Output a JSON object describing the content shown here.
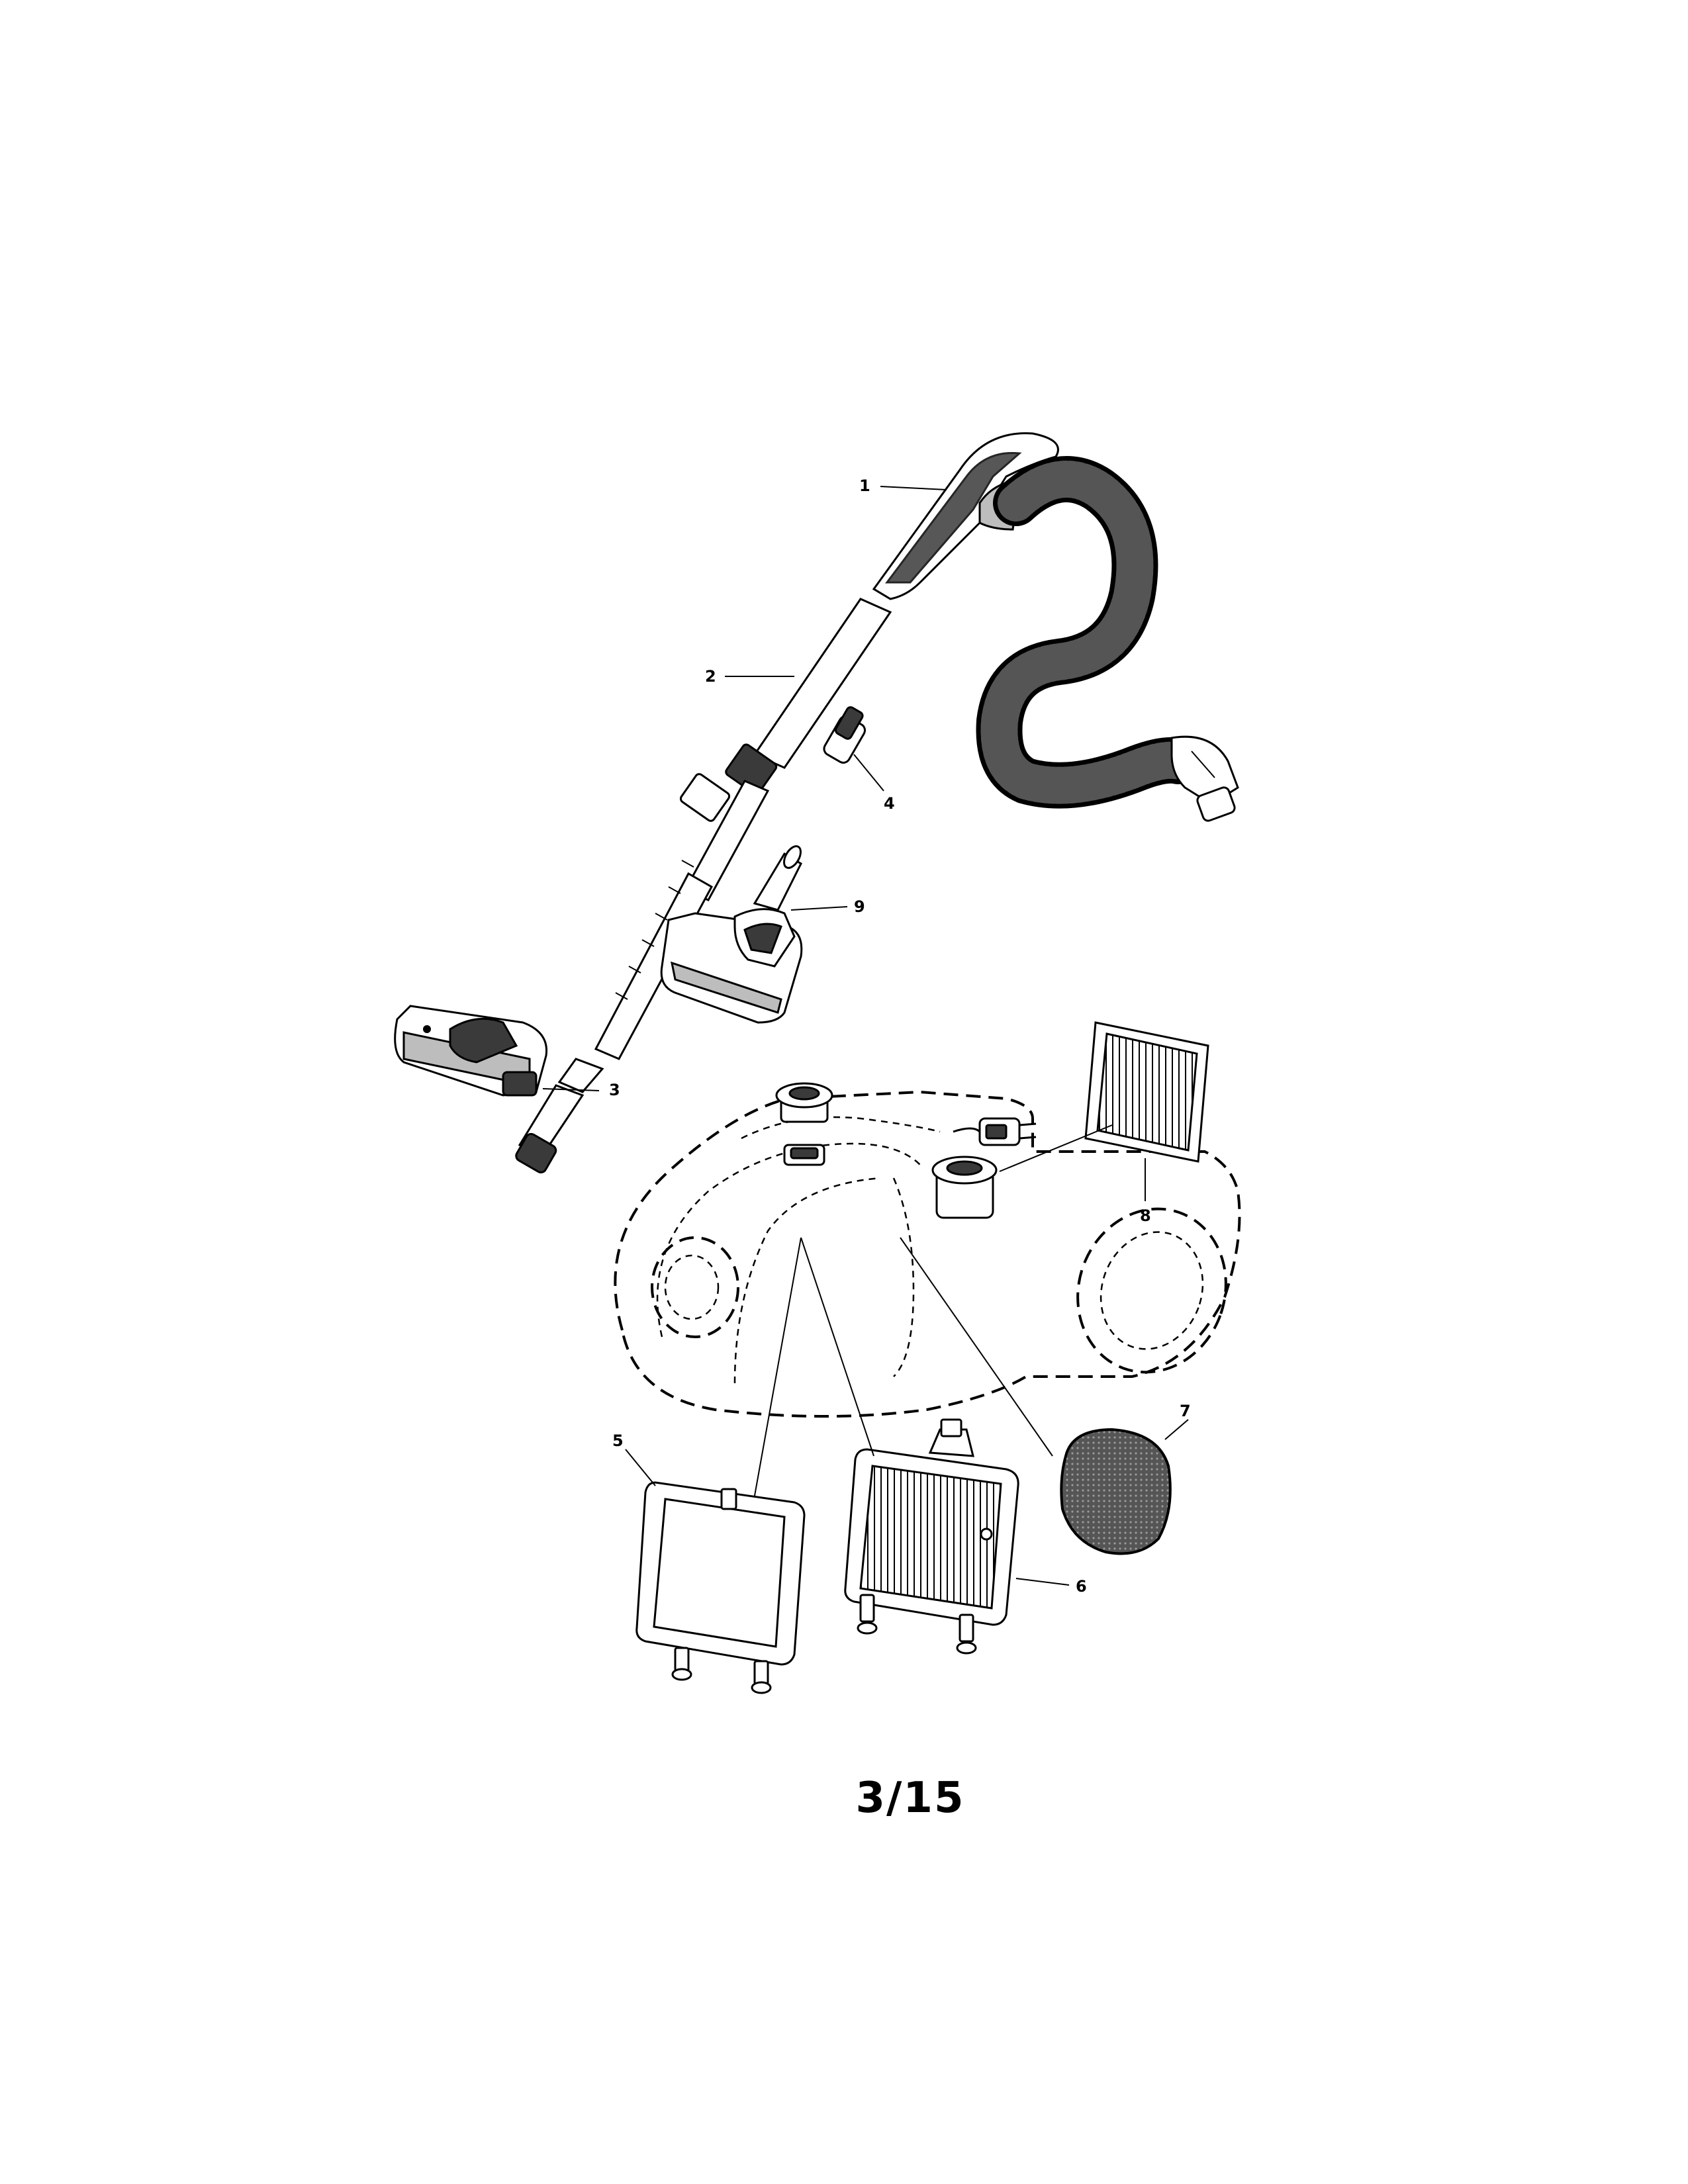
{
  "callouts": {
    "c1": "1",
    "c2": "2",
    "c3": "3",
    "c4": "4",
    "c5": "5",
    "c6": "6",
    "c7": "7",
    "c8": "8",
    "c9": "9"
  },
  "page_number": "3/15",
  "colors": {
    "ink": "#000000",
    "paper": "#ffffff"
  }
}
